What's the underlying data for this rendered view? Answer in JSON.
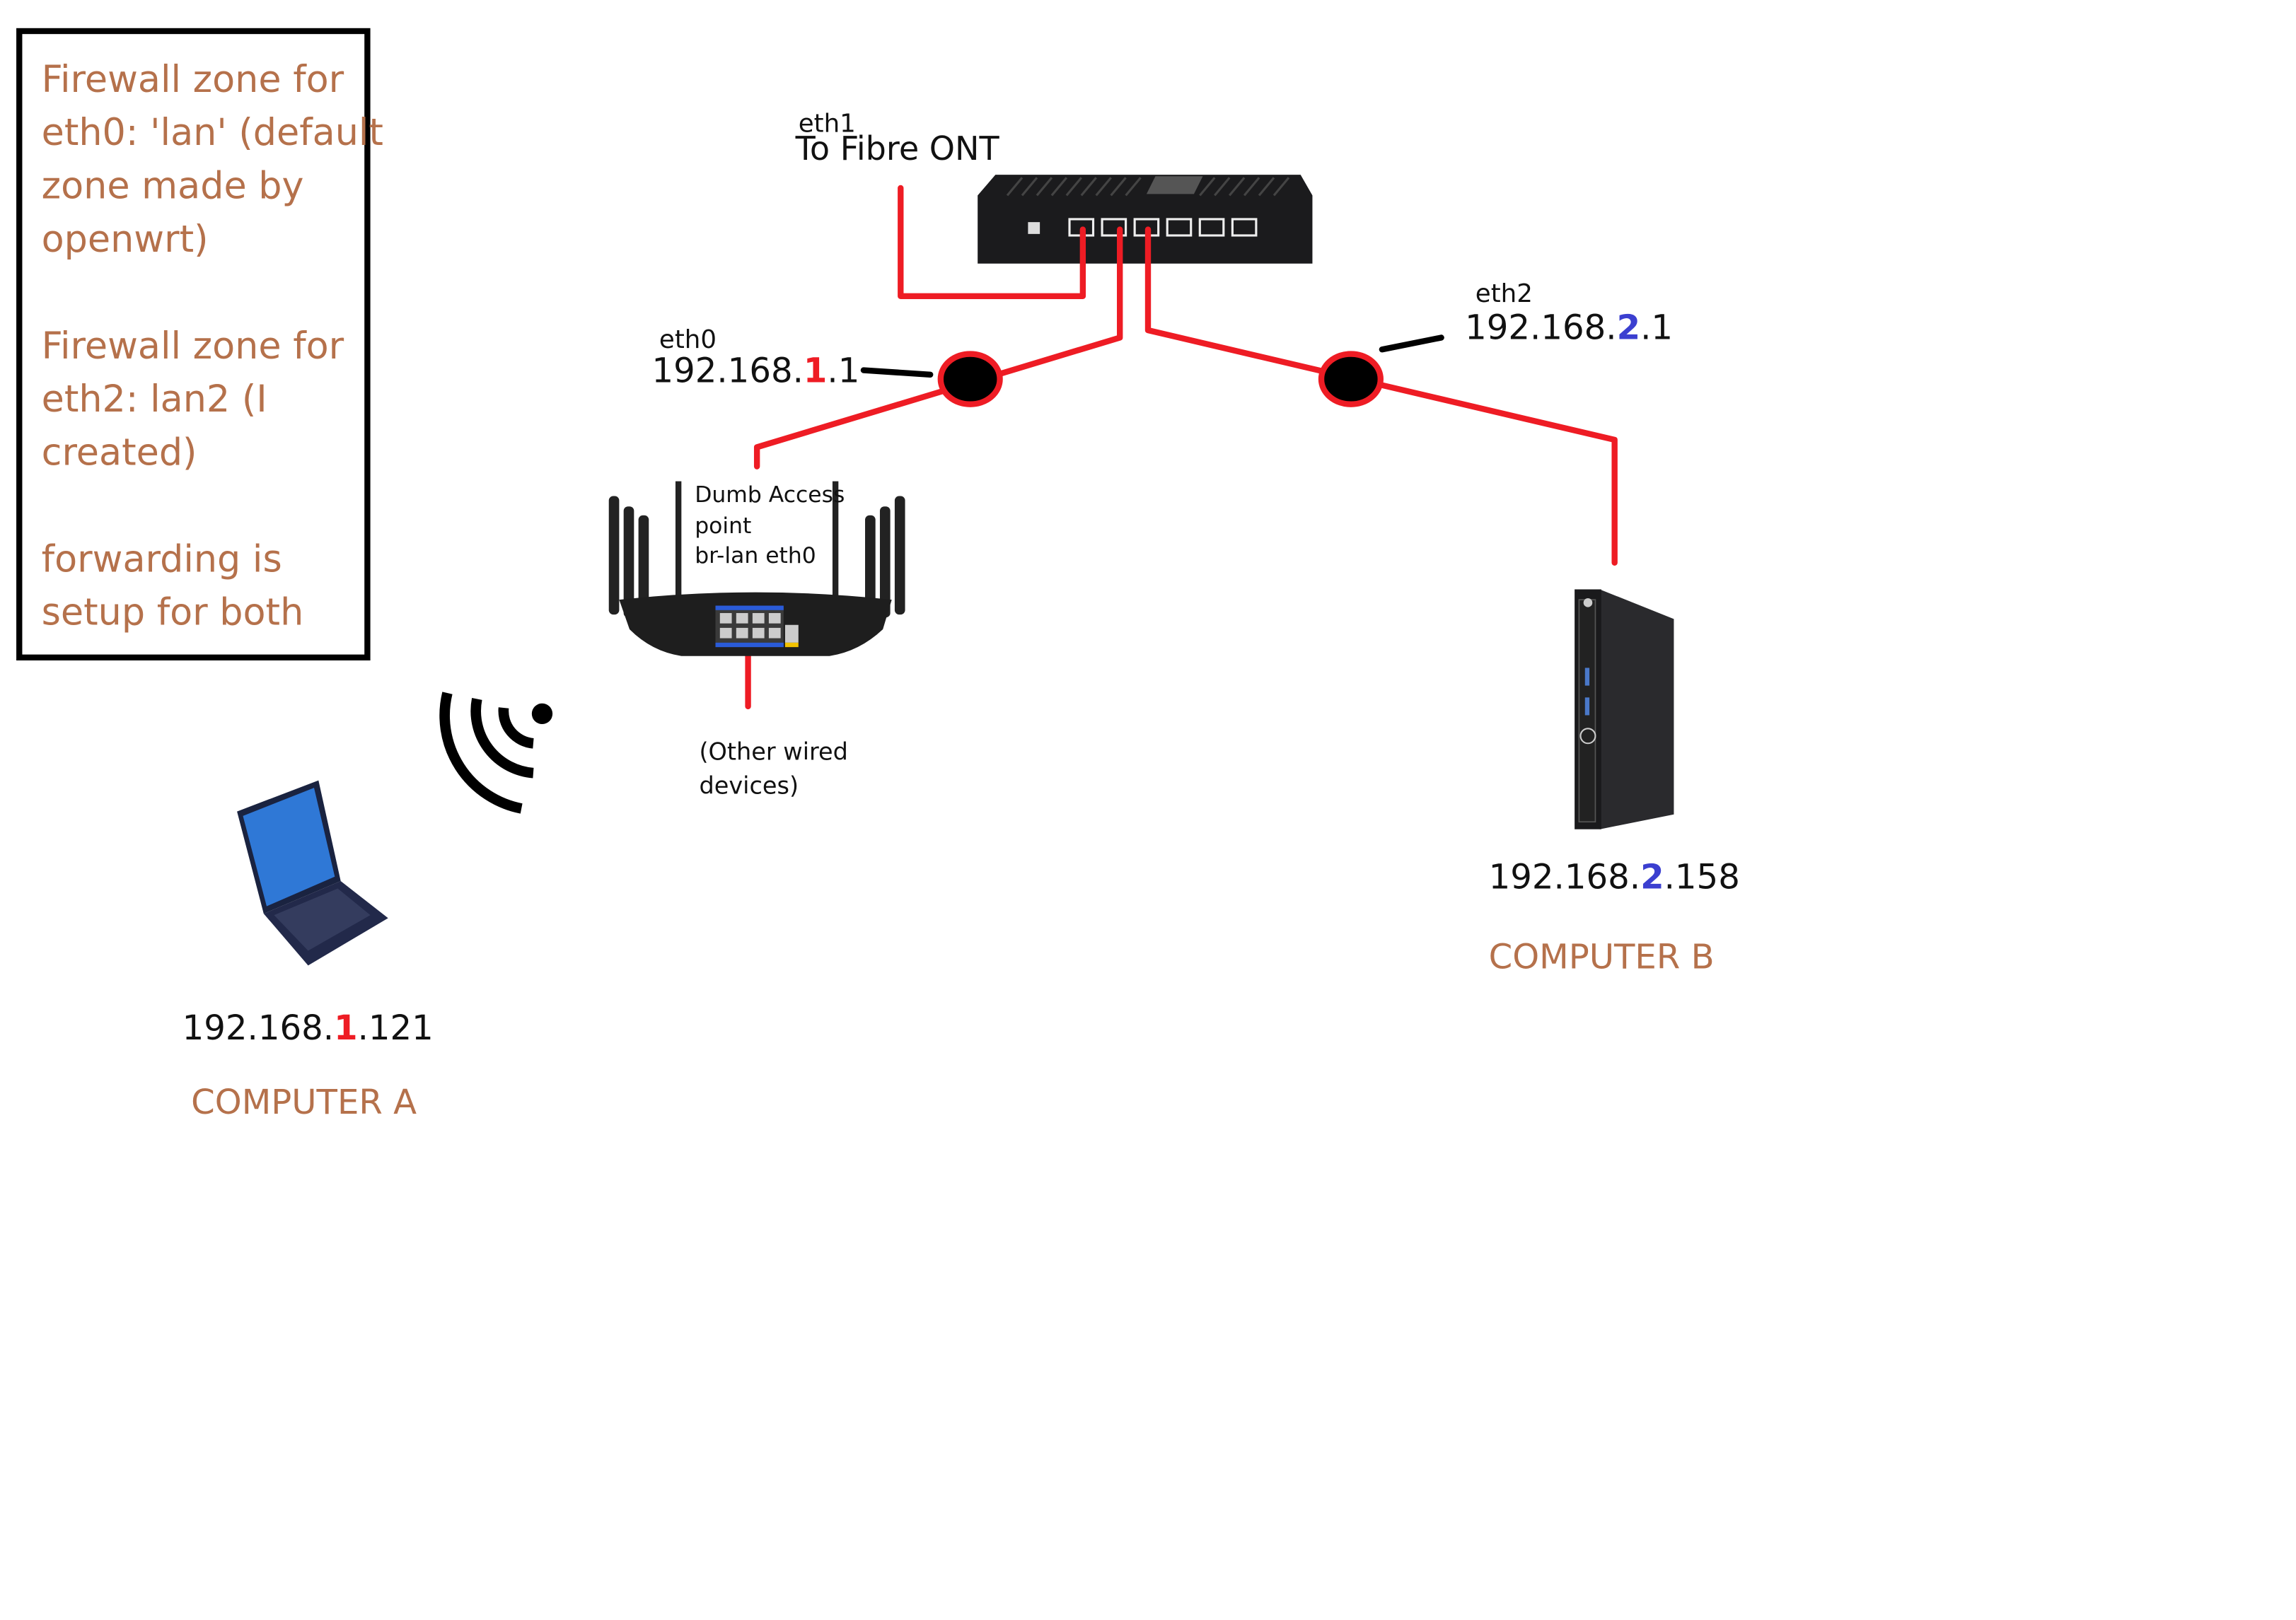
{
  "notes": {
    "zone_eth0": [
      "Firewall zone for",
      "eth0: 'lan' (default",
      "zone made by",
      "openwrt)"
    ],
    "zone_eth2": [
      "Firewall zone for",
      "eth2: lan2 (I",
      "created)"
    ],
    "forwarding": [
      "forwarding is",
      "setup for both"
    ]
  },
  "router": {
    "eth1_label": "eth1",
    "eth1_desc": "To Fibre ONT",
    "eth0_label": "eth0",
    "eth0_ip": {
      "prefix": "192.168.",
      "subnet": "1",
      "suffix": ".1"
    },
    "eth2_label": "eth2",
    "eth2_ip": {
      "prefix": "192.168.",
      "subnet": "2",
      "suffix": ".1"
    }
  },
  "access_point": {
    "lines": [
      "Dumb Access",
      "point",
      "br-lan eth0"
    ],
    "wired_note": [
      "(Other wired",
      "devices)"
    ]
  },
  "computer_a": {
    "ip": {
      "prefix": "192.168.",
      "subnet": "1",
      "suffix": ".121"
    },
    "name": "COMPUTER A"
  },
  "computer_b": {
    "ip": {
      "prefix": "192.168.",
      "subnet": "2",
      "suffix": ".158"
    },
    "name": "COMPUTER B"
  },
  "colors": {
    "cable": "#ee1c24",
    "note_text": "#b5714b",
    "subnet1": "#ee1c24",
    "subnet2": "#3b3fd0"
  },
  "icons": [
    "mini-pc-router",
    "wifi-router",
    "wifi-signal",
    "laptop",
    "desktop-tower"
  ]
}
